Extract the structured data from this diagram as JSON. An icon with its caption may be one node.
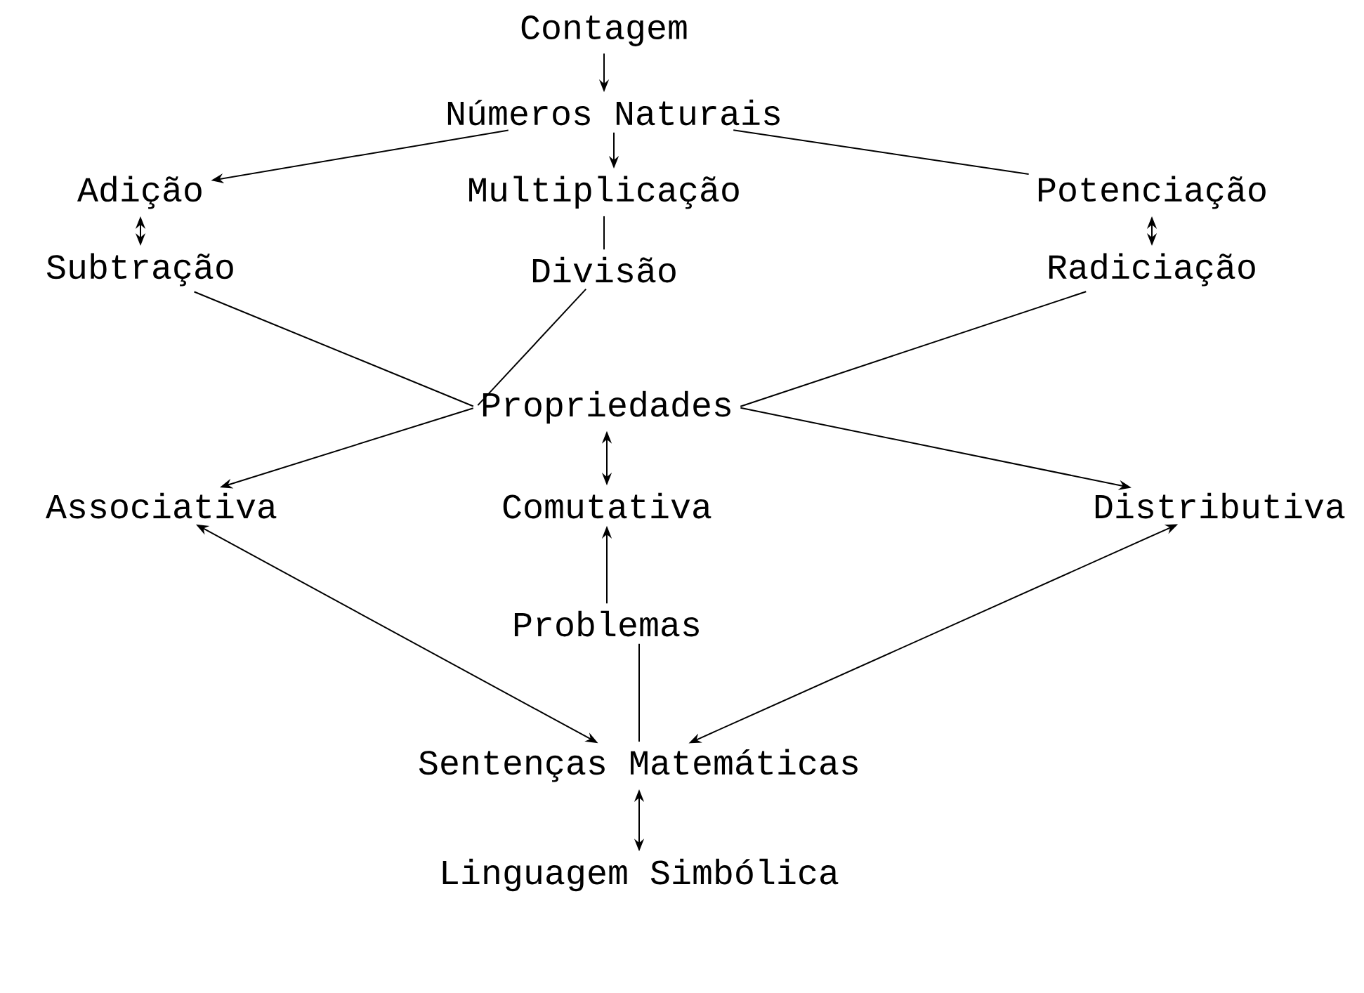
{
  "diagram": {
    "nodes": [
      {
        "text": [
          "Contagem"
        ]
      },
      {
        "text": [
          "Números Naturais"
        ]
      },
      {
        "text": [
          "Adição"
        ]
      },
      {
        "text": [
          "Multiplicação"
        ]
      },
      {
        "text": [
          "Potenciação"
        ]
      },
      {
        "text": [
          "Subtração"
        ]
      },
      {
        "text": [
          "Divisão"
        ]
      },
      {
        "text": [
          "Radiciação"
        ]
      },
      {
        "text": [
          "Propriedades"
        ]
      },
      {
        "text": [
          "Associativa"
        ]
      },
      {
        "text": [
          "Comutativa"
        ]
      },
      {
        "text": [
          "Distributiva"
        ]
      },
      {
        "text": [
          "Problemas"
        ]
      },
      {
        "text": [
          "Sentenças Matemáticas"
        ]
      },
      {
        "text": [
          "Linguagem Simbólica"
        ]
      }
    ],
    "edges": [
      {
        "from": 0,
        "to": 1,
        "arrow": "to"
      },
      {
        "from": 1,
        "to": 2,
        "arrow": "to"
      },
      {
        "from": 1,
        "to": 3,
        "arrow": "to"
      },
      {
        "from": 1,
        "to": 4,
        "arrow": "none"
      },
      {
        "from": 2,
        "to": 5,
        "arrow": "both"
      },
      {
        "from": 3,
        "to": 6,
        "arrow": "none"
      },
      {
        "from": 4,
        "to": 7,
        "arrow": "both"
      },
      {
        "from": 5,
        "to": 8,
        "arrow": "none"
      },
      {
        "from": 6,
        "to": 8,
        "arrow": "none"
      },
      {
        "from": 7,
        "to": 8,
        "arrow": "none"
      },
      {
        "from": 8,
        "to": 9,
        "arrow": "to"
      },
      {
        "from": 8,
        "to": 10,
        "arrow": "both"
      },
      {
        "from": 8,
        "to": 11,
        "arrow": "to"
      },
      {
        "from": 12,
        "to": 10,
        "arrow": "to"
      },
      {
        "from": 13,
        "to": 12,
        "arrow": "none"
      },
      {
        "from": 9,
        "to": 13,
        "arrow": "both"
      },
      {
        "from": 11,
        "to": 13,
        "arrow": "both"
      },
      {
        "from": 13,
        "to": 14,
        "arrow": "both"
      }
    ]
  }
}
